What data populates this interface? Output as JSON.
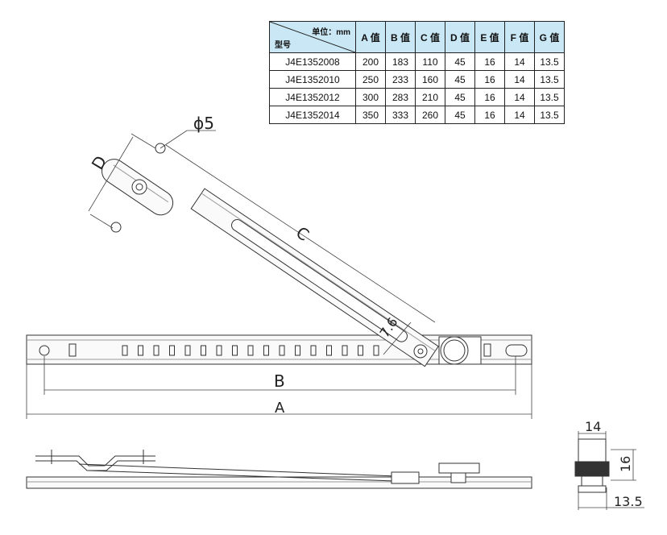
{
  "table": {
    "unit_label": "单位：mm",
    "model_label": "型号",
    "headers": [
      "A 值",
      "B 值",
      "C 值",
      "D 值",
      "E 值",
      "F 值",
      "G 值"
    ],
    "rows": [
      [
        "J4E1352008",
        "200",
        "183",
        "110",
        "45",
        "16",
        "14",
        "13.5"
      ],
      [
        "J4E1352010",
        "250",
        "233",
        "160",
        "45",
        "16",
        "14",
        "13.5"
      ],
      [
        "J4E1352012",
        "300",
        "283",
        "210",
        "45",
        "16",
        "14",
        "13.5"
      ],
      [
        "J4E1352014",
        "350",
        "333",
        "260",
        "45",
        "16",
        "14",
        "13.5"
      ]
    ],
    "header_color": "#c9e7f5"
  },
  "labels": {
    "diameter": "ϕ5",
    "D": "D",
    "C": "C",
    "B": "B",
    "A": "A",
    "seven_six": "7.6",
    "fourteen": "14",
    "sixteen": "16",
    "thirteen_five": "13.5"
  }
}
